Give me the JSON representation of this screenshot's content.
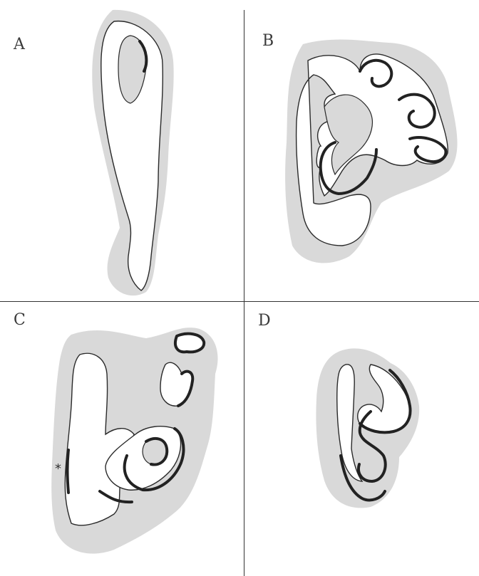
{
  "figure": {
    "panels": [
      {
        "id": "A",
        "label": "A"
      },
      {
        "id": "B",
        "label": "B"
      },
      {
        "id": "C",
        "label": "C"
      },
      {
        "id": "D",
        "label": "D"
      }
    ],
    "annotations": {
      "asterisk": "*"
    }
  }
}
